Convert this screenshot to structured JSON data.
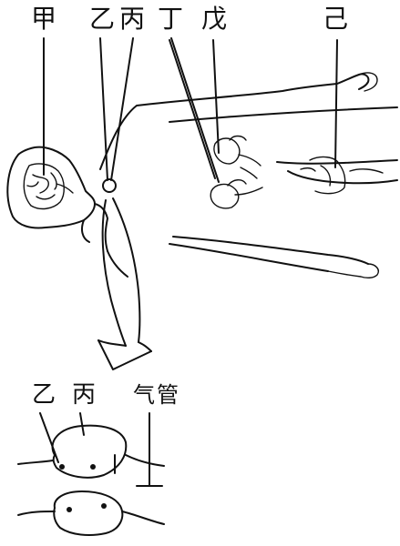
{
  "labels": {
    "jia": "甲",
    "yi": "乙",
    "bing": "丙",
    "ding": "丁",
    "wu": "戊",
    "ji": "己"
  },
  "inset": {
    "yi": "乙",
    "bing": "丙",
    "qiguan": "气管"
  },
  "colors": {
    "ink": "#111111",
    "background": "#ffffff"
  }
}
